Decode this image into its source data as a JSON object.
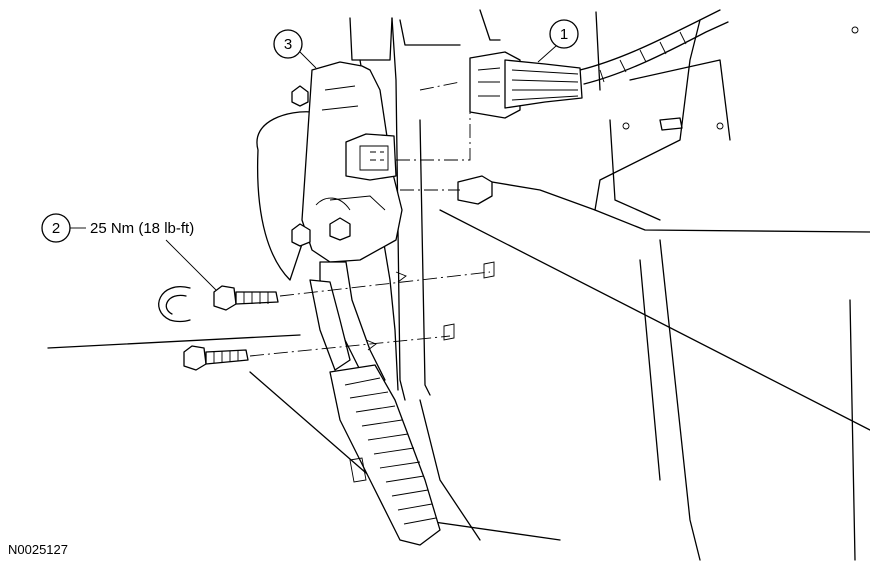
{
  "callouts": [
    {
      "number": "1",
      "label": ""
    },
    {
      "number": "2",
      "label": "25 Nm (18 lb-ft)"
    },
    {
      "number": "3",
      "label": ""
    }
  ],
  "figure_id": "N0025127"
}
